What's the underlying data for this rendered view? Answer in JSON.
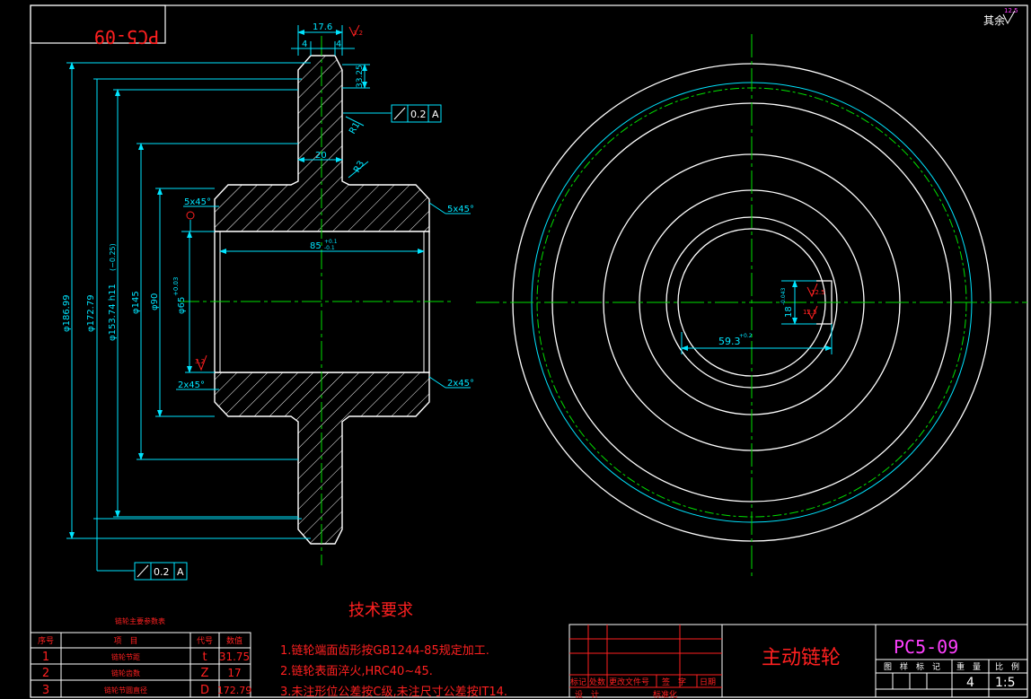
{
  "drawing_no_rotated": "PC5-09",
  "roughness_note": "其余",
  "roughness_value": "12.5",
  "dims": {
    "width_top": "17.6",
    "chamfer_left": "4",
    "chamfer_right": "4",
    "roughness_top": "3.2",
    "tooth_height": "33.25",
    "radius_r1": "R1",
    "radius_r3": "R3",
    "tooth_width": "20",
    "hub_length": "85",
    "hub_length_tol_up": "+0.1",
    "hub_length_tol_dn": "-0.1",
    "chamfer_5x45_left": "5x45°",
    "chamfer_5x45_right": "5x45°",
    "chamfer_2x45_left": "2x45°",
    "chamfer_2x45_right": "2x45°",
    "roughness_bore": "3.2",
    "dia_186": "φ186.99",
    "dia_172": "φ172.79",
    "dia_153": "φ153.74 h11",
    "dia_153_tol": "(−0.25)",
    "dia_145": "φ145",
    "dia_90": "φ90",
    "dia_65": "φ65",
    "dia_65_tol": "+0.03",
    "keyway_width": "18",
    "keyway_width_tol": "-0.043",
    "keyway_depth": "59.3",
    "keyway_depth_tol": "+0.2",
    "rough_key_a": "12.5",
    "rough_key_b": "12.5"
  },
  "tolerance_frame_top": {
    "value": "0.2",
    "datum": "A"
  },
  "tolerance_frame_bottom": {
    "value": "0.2",
    "datum": "A"
  },
  "tech_title": "技术要求",
  "tech_notes": [
    "1.链轮端面齿形按GB1244-85规定加工.",
    "2.链轮表面淬火,HRC40~45.",
    "3.未注形位公差按C级,未注尺寸公差按IT14."
  ],
  "param_table": {
    "title": "链轮主要参数表",
    "headers": [
      "序号",
      "项　目",
      "代号",
      "数值"
    ],
    "rows": [
      [
        "1",
        "链轮节距",
        "t",
        "31.75"
      ],
      [
        "2",
        "链轮齿数",
        "Z",
        "17"
      ],
      [
        "3",
        "链轮节圆直径",
        "D",
        "172.79"
      ]
    ]
  },
  "title_block": {
    "part_name": "主动链轮",
    "drawing_no": "PC5-09",
    "rev_headers": [
      "标记",
      "处数",
      "更改文件号",
      "签　字",
      "日期"
    ],
    "row_design": "设　计",
    "row_std": "标准化",
    "attr_headers": [
      "图　样　标　记",
      "重　量",
      "比　例"
    ],
    "weight": "4",
    "scale": "1:5"
  },
  "colors": {
    "outline": "#ffffff",
    "dimension": "#00e5ff",
    "centerline": "#00e000",
    "text_red": "#ff2020",
    "magenta": "#ff40ff",
    "yellow": "#ffff00"
  }
}
